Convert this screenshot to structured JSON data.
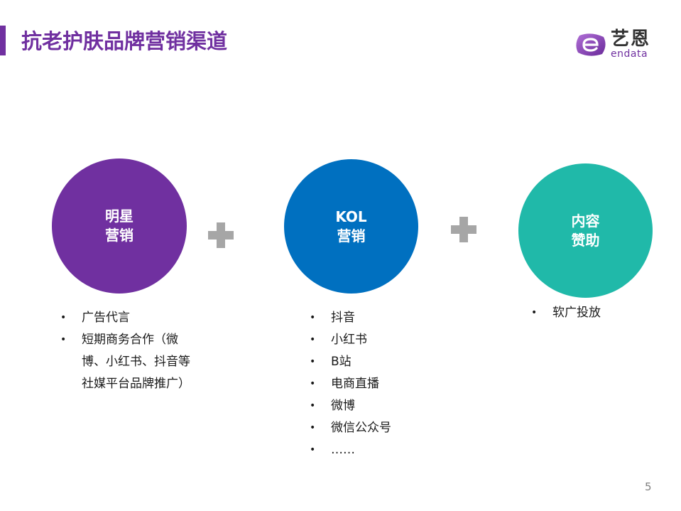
{
  "header": {
    "title": "抗老护肤品牌营销渠道",
    "accent_color": "#7030a0"
  },
  "logo": {
    "cn": "艺恩",
    "en": "endata",
    "icon": "endata-e-logo-icon"
  },
  "channels": [
    {
      "label_line1": "明星",
      "label_line2": "营销",
      "color": "#7030a0",
      "items": [
        "广告代言",
        "短期商务合作（微博、小红书、抖音等社媒平台品牌推广）"
      ]
    },
    {
      "label_line1": "KOL",
      "label_line2": "营销",
      "color": "#0070c0",
      "items": [
        "抖音",
        "小红书",
        "B站",
        "电商直播",
        "微博",
        "微信公众号",
        "……"
      ]
    },
    {
      "label_line1": "内容",
      "label_line2": "赞助",
      "color": "#20b9a9",
      "items": [
        "软广投放"
      ]
    }
  ],
  "connectors": {
    "icon": "plus-icon",
    "color": "#a6a6a6"
  },
  "footer": {
    "page_number": "5"
  }
}
